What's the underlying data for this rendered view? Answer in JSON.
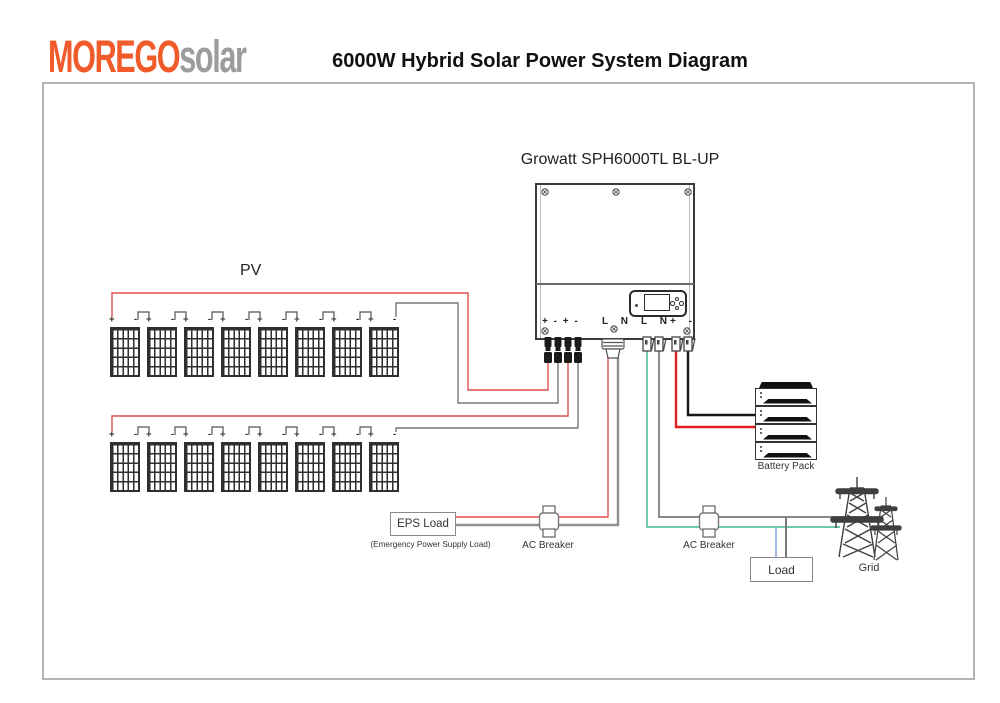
{
  "header": {
    "logo_part1": "MOREGO",
    "logo_part2": "solar",
    "title": "6000W Hybrid Solar Power System Diagram"
  },
  "inverter": {
    "model_label": "Growatt SPH6000TL BL-UP",
    "terminals": {
      "pv": "+ - + -",
      "eps": "L N",
      "grid": "L N",
      "battery": "+ -"
    }
  },
  "pv": {
    "label": "PV",
    "rows": 2,
    "panels_per_row": 8,
    "plus": "+",
    "minus": "-"
  },
  "eps": {
    "box_label": "EPS Load",
    "note": "(Emergency Power Supply Load)",
    "breaker_label": "AC Breaker"
  },
  "grid": {
    "breaker_label": "AC Breaker",
    "load_label": "Load",
    "label": "Grid"
  },
  "battery": {
    "label": "Battery Pack",
    "module_count": 4
  },
  "colors": {
    "logo_orange": "#F15A29",
    "logo_gray": "#9C9C9C",
    "wire_red": "#E14F4F",
    "wire_gray": "#787878",
    "wire_green": "#3FBA86",
    "wire_blue": "#8EA7DB",
    "eps_neutral_gray": "#909090",
    "battery_red": "#E01F1F",
    "battery_black": "#161616"
  }
}
